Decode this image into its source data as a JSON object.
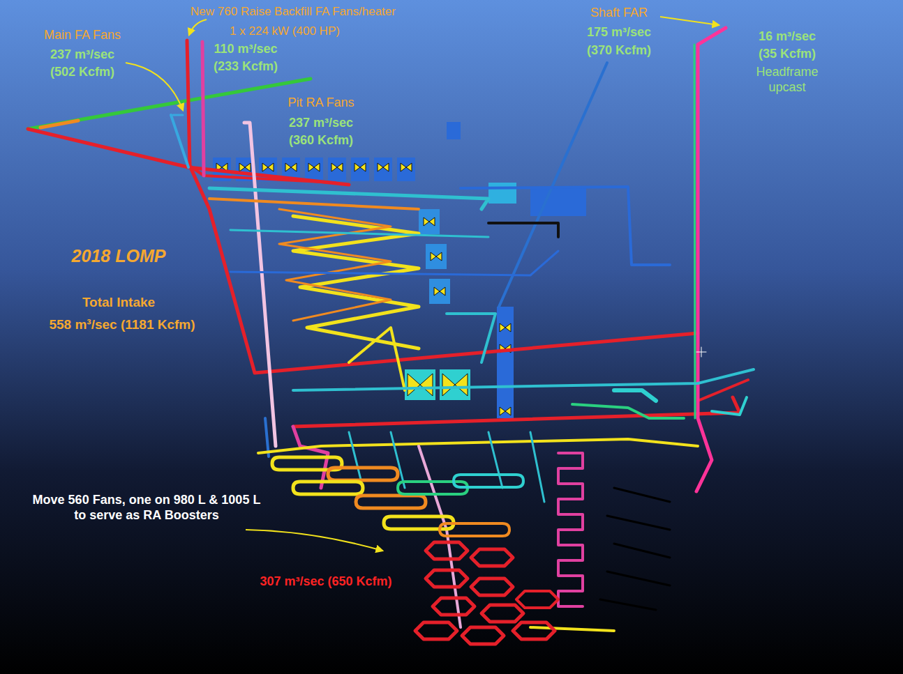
{
  "diagram": {
    "title": "2018 LOMP",
    "labels": [
      "New 760 Raise Backfill FA Fans/heater",
      "1 x 224 kW (400 HP)",
      "110 m³/sec",
      "(233 Kcfm)",
      "Main FA Fans",
      "237 m³/sec",
      "(502 Kcfm)",
      "Pit RA Fans",
      "237 m³/sec",
      "(360 Kcfm)",
      "Shaft FAR",
      "175 m³/sec",
      "(370 Kcfm)",
      "16 m³/sec",
      "(35 Kcfm)",
      "Headframe upcast",
      "Total Intake",
      "558 m³/sec (1181 Kcfm)",
      "Move 560 Fans, one on 980 L & 1005 L to serve as RA Boosters",
      "307 m³/sec (650 Kcfm)"
    ]
  }
}
